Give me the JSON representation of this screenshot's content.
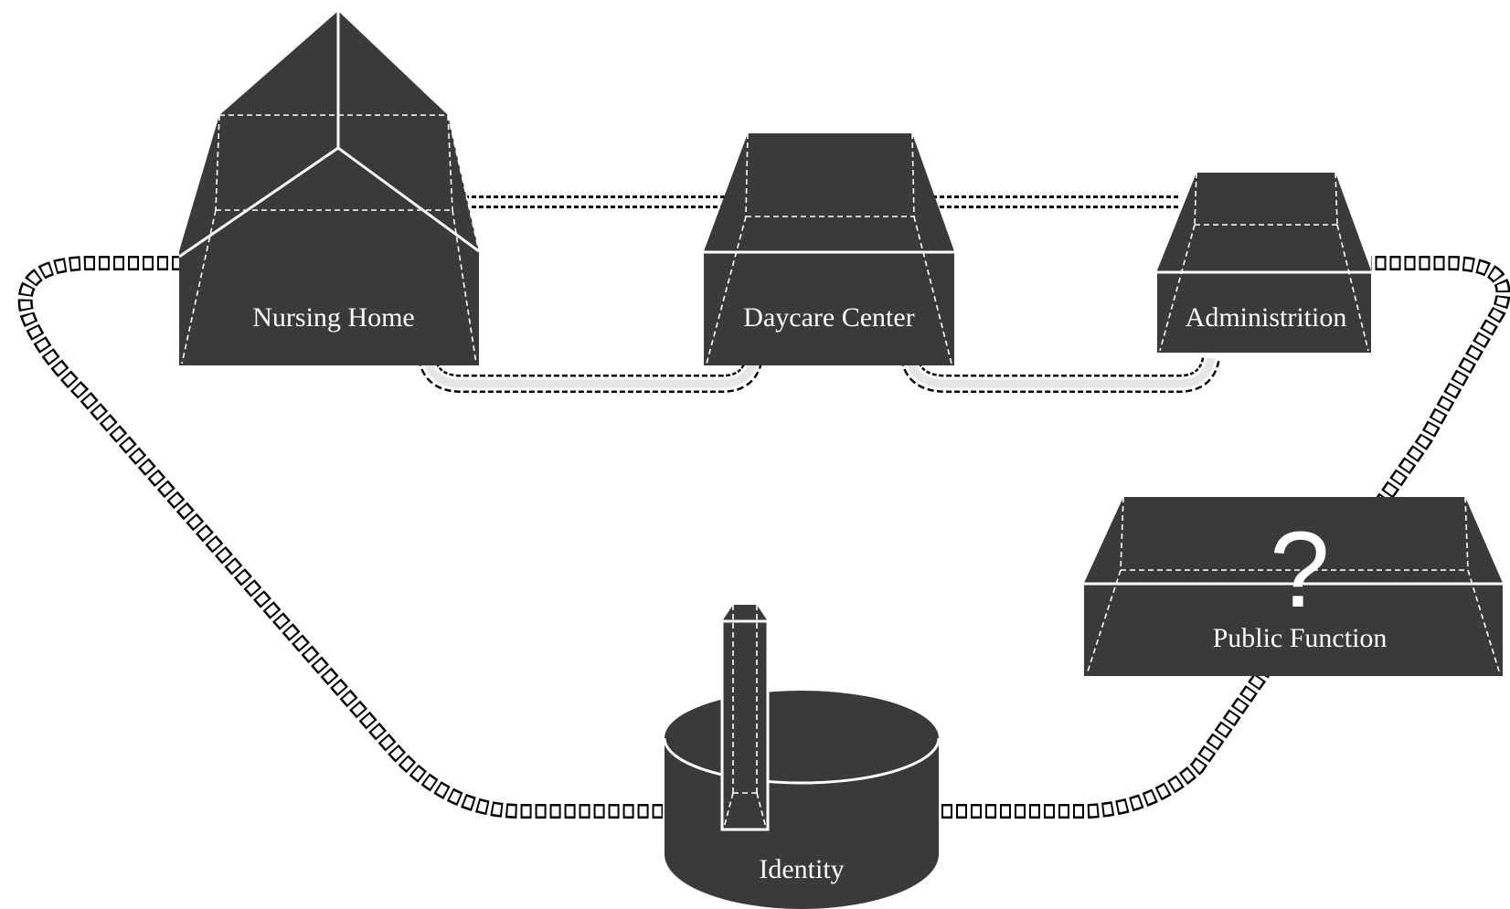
{
  "nodes": {
    "nursing_home": {
      "label": "Nursing Home"
    },
    "daycare_center": {
      "label": "Daycare Center"
    },
    "administration": {
      "label": "Administrition"
    },
    "public_function": {
      "label": "Public Function",
      "mark": "?"
    },
    "identity": {
      "label": "Identity"
    }
  },
  "colors": {
    "shape_fill": "#3a3a3a",
    "edge": "#ffffff",
    "link": "#000000",
    "background": "#ffffff"
  }
}
